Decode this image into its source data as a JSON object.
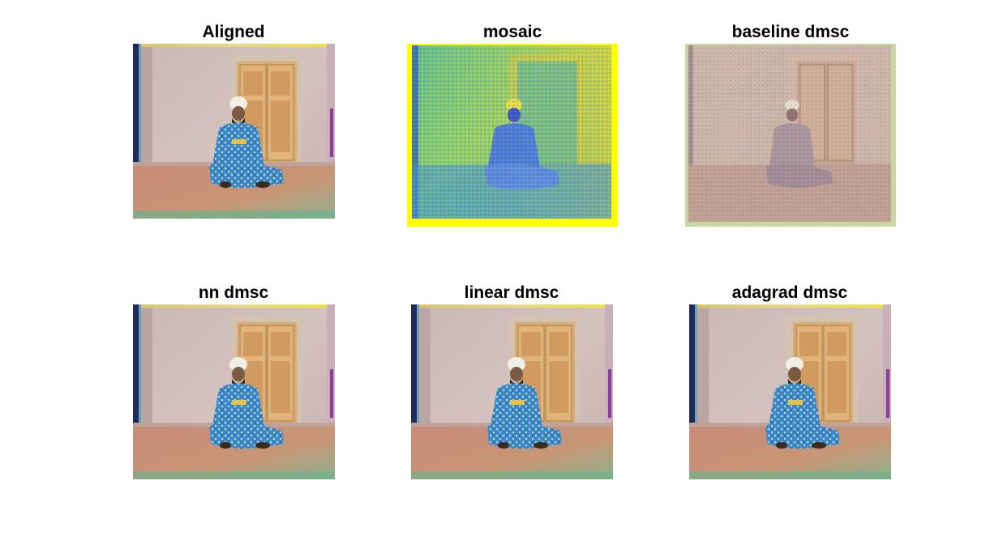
{
  "figure": {
    "panels": [
      {
        "id": "aligned",
        "title": "Aligned",
        "style": "aligned"
      },
      {
        "id": "mosaic",
        "title": "mosaic",
        "style": "mosaic"
      },
      {
        "id": "baseline",
        "title": "baseline dmsc",
        "style": "baseline"
      },
      {
        "id": "nn",
        "title": "nn dmsc",
        "style": "color"
      },
      {
        "id": "linear",
        "title": "linear dmsc",
        "style": "color"
      },
      {
        "id": "adagrad",
        "title": "adagrad dmsc",
        "style": "color"
      }
    ]
  },
  "colors": {
    "background": "#ffffff",
    "mosaic_border": "#ffff00",
    "baseline_border": "#c8d8a0"
  }
}
